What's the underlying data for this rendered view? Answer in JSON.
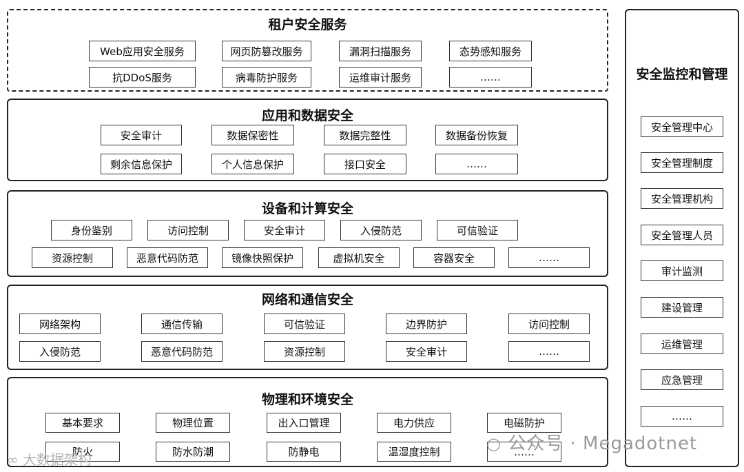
{
  "tenant": {
    "title": "租户安全服务",
    "items": [
      "Web应用安全服务",
      "网页防篡改服务",
      "漏洞扫描服务",
      "态势感知服务",
      "抗DDoS服务",
      "病毒防护服务",
      "运维审计服务",
      "……"
    ]
  },
  "appdata": {
    "title": "应用和数据安全",
    "items": [
      "安全审计",
      "数据保密性",
      "数据完整性",
      "数据备份恢复",
      "剩余信息保护",
      "个人信息保护",
      "接口安全",
      "……"
    ]
  },
  "device": {
    "title": "设备和计算安全",
    "items": [
      "身份鉴别",
      "访问控制",
      "安全审计",
      "入侵防范",
      "可信验证",
      "资源控制",
      "恶意代码防范",
      "镜像快照保护",
      "虚拟机安全",
      "容器安全",
      "……"
    ]
  },
  "network": {
    "title": "网络和通信安全",
    "items": [
      "网络架构",
      "通信传输",
      "可信验证",
      "边界防护",
      "访问控制",
      "入侵防范",
      "恶意代码防范",
      "资源控制",
      "安全审计",
      "……"
    ]
  },
  "physical": {
    "title": "物理和环境安全",
    "items": [
      "基本要求",
      "物理位置",
      "出入口管理",
      "电力供应",
      "电磁防护",
      "防火",
      "防水防潮",
      "防静电",
      "温湿度控制",
      "……"
    ]
  },
  "side": {
    "title": "安全监控和管理",
    "items": [
      "安全管理中心",
      "安全管理制度",
      "安全管理机构",
      "安全管理人员",
      "审计监测",
      "建设管理",
      "运维管理",
      "应急管理",
      "……"
    ]
  },
  "watermark": {
    "right": "公众号 · Megadotnet",
    "left": "大数据架构"
  }
}
